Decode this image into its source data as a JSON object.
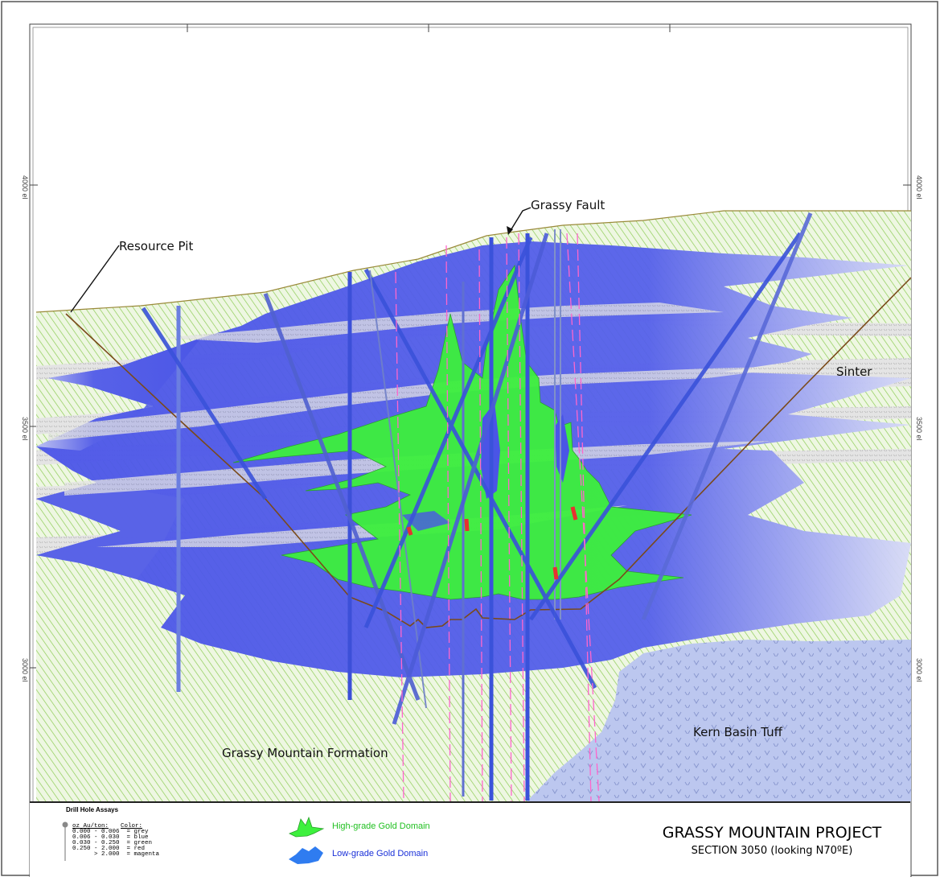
{
  "section": {
    "labels": {
      "resource_pit": "Resource Pit",
      "grassy_fault": "Grassy Fault",
      "sinter": "Sinter",
      "kern_basin_tuff": "Kern Basin Tuff",
      "grassy_mountain_formation": "Grassy Mountain Formation"
    },
    "elevations_left": [
      "4000 el",
      "3500 el",
      "3000 el"
    ],
    "elevations_right": [
      "4000 el",
      "3500 el",
      "3000 el"
    ]
  },
  "legend": {
    "title": "Drill Hole Assays",
    "header_au": "oz Au/ton:",
    "header_color": "Color:",
    "rows": [
      "0.000 - 0.006  = grey",
      "0.006 - 0.030  = blue",
      "0.030 - 0.250  = green",
      "0.250 - 2.000  = red",
      "      > 2.000  = magenta"
    ],
    "high_grade": "High-grade Gold Domain",
    "low_grade": "Low-grade Gold Domain"
  },
  "title_block": {
    "title": "GRASSY MOUNTAIN PROJECT",
    "subtitle": "SECTION 3050 (looking N70ºE)"
  },
  "colors": {
    "formation_green": "#a8dc7a",
    "low_grade_blue": "#4a56e6",
    "high_grade_green": "#3bf23b",
    "sinter_grey": "#d8d8d8",
    "tuff_lavender": "#b8c4ee",
    "pit_line": "#7a4a1a"
  }
}
